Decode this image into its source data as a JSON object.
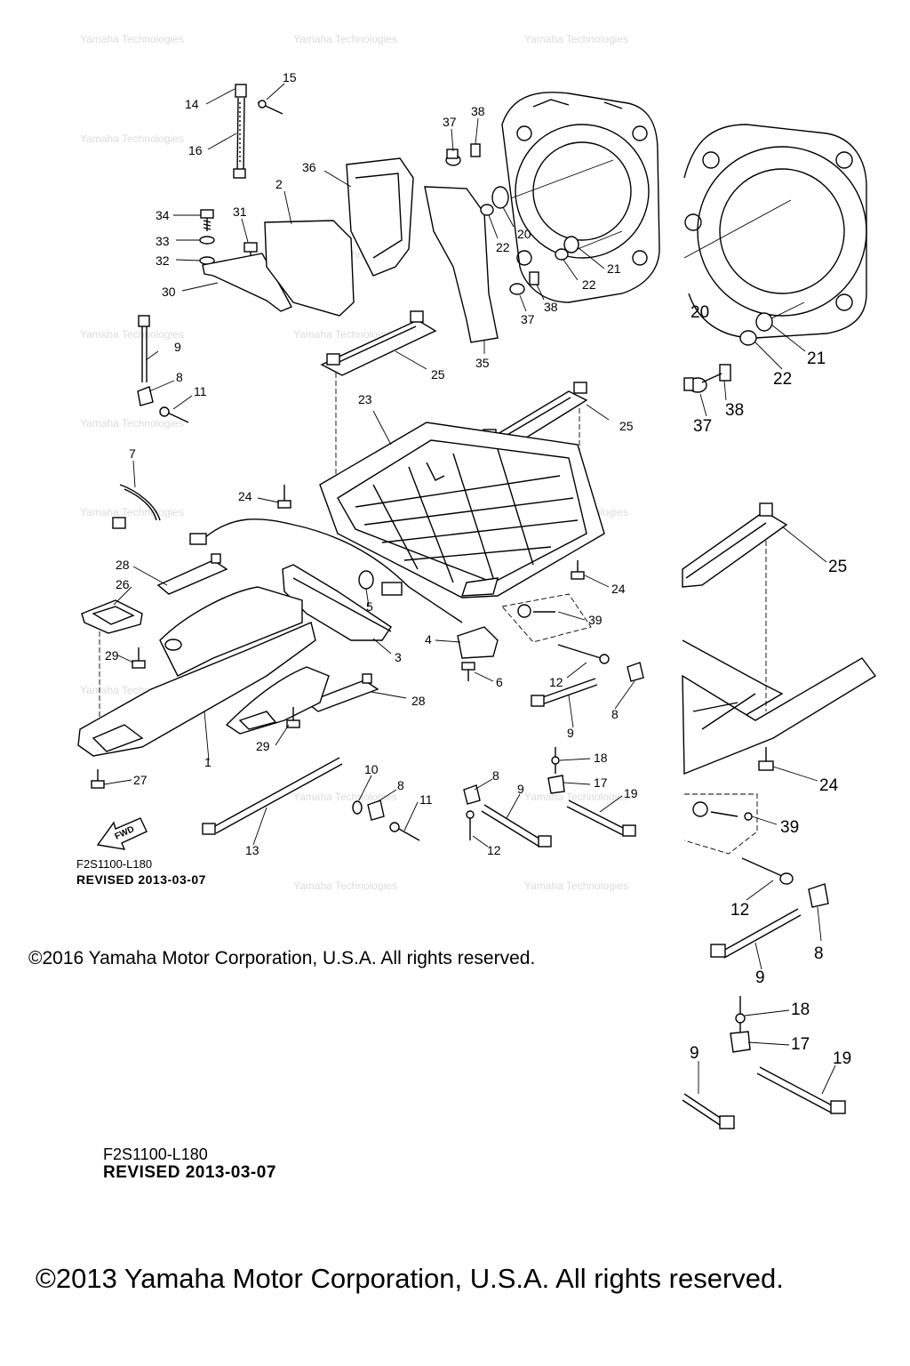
{
  "diagram": {
    "drawing_code": "F2S1100-L180",
    "revised": "REVISED 2013-03-07",
    "copyright_small": "©2016 Yamaha Motor Corporation, U.S.A. All rights reserved.",
    "copyright_large": "©2013 Yamaha Motor Corporation, U.S.A. All rights reserved.",
    "fwd_label": "FWD",
    "watermark": "Yamaha Technologies"
  },
  "callouts": {
    "n1": "1",
    "n2": "2",
    "n3": "3",
    "n4": "4",
    "n5": "5",
    "n6": "6",
    "n7": "7",
    "n8": "8",
    "n9": "9",
    "n10": "10",
    "n11": "11",
    "n12": "12",
    "n13": "13",
    "n14": "14",
    "n15": "15",
    "n16": "16",
    "n17": "17",
    "n18": "18",
    "n19": "19",
    "n20": "20",
    "n21": "21",
    "n22": "22",
    "n23": "23",
    "n24": "24",
    "n25": "25",
    "n26": "26",
    "n27": "27",
    "n28": "28",
    "n29": "29",
    "n30": "30",
    "n31": "31",
    "n32": "32",
    "n33": "33",
    "n34": "34",
    "n35": "35",
    "n36": "36",
    "n37": "37",
    "n38": "38",
    "n39": "39"
  }
}
